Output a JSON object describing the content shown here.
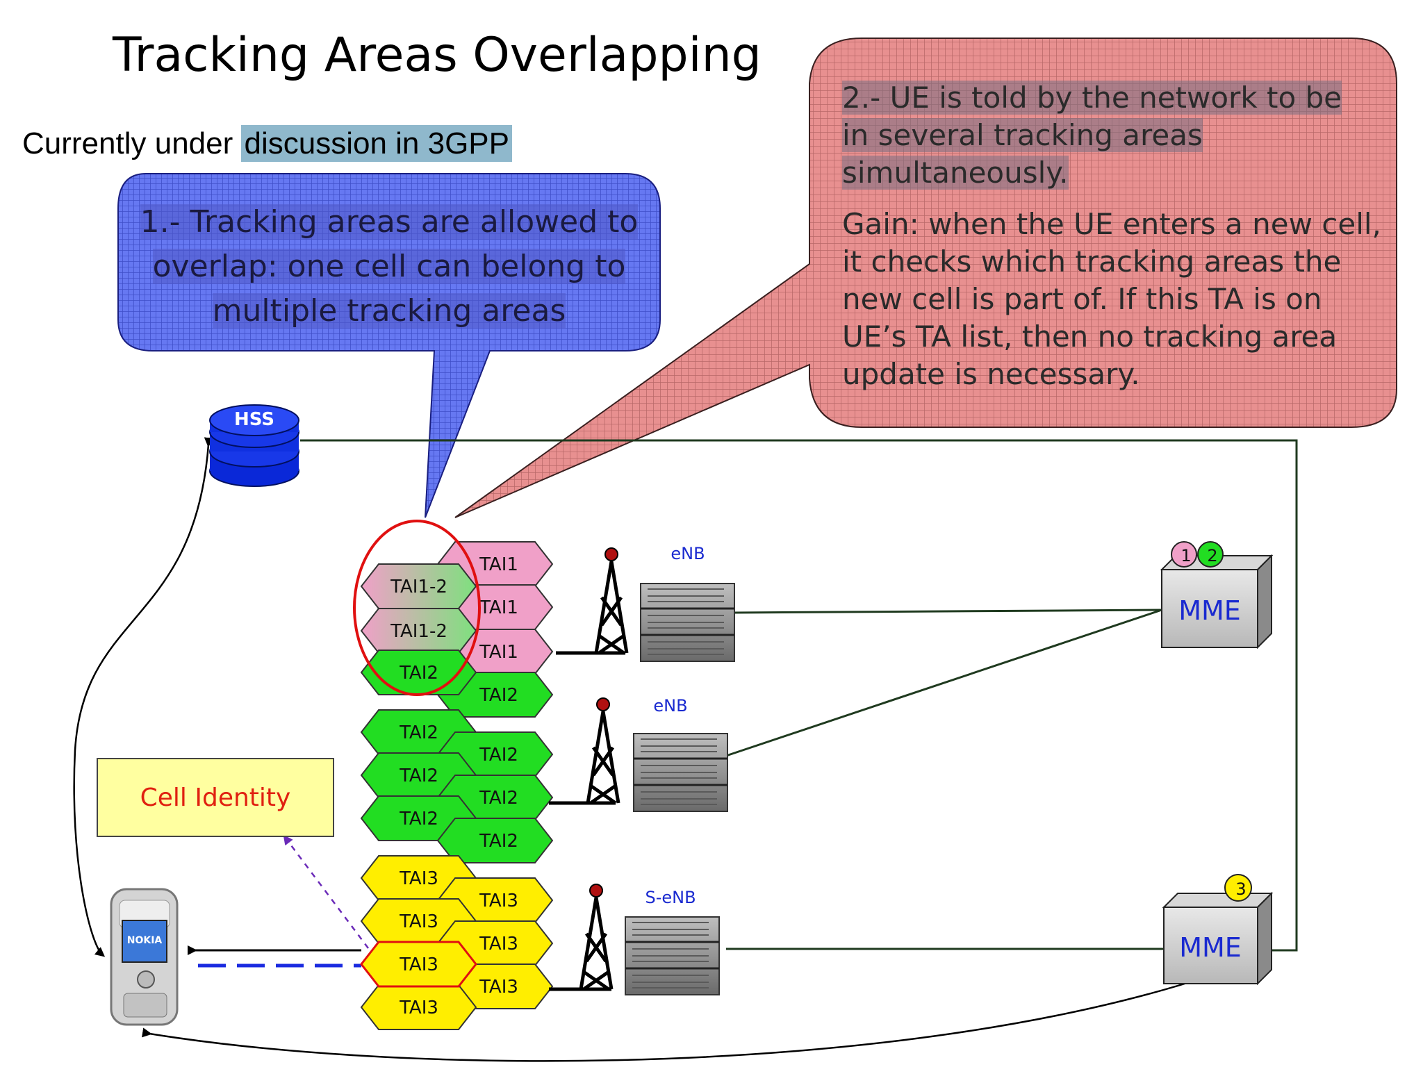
{
  "slide": {
    "title": "Tracking Areas Overlapping",
    "subtitle_plain": "Currently under ",
    "subtitle_highlight": "discussion in 3GPP"
  },
  "callout1": {
    "text": "1.- Tracking areas are allowed to overlap: one cell can belong to multiple tracking areas"
  },
  "callout2": {
    "text": "2.- UE is told by the network to be in several tracking areas simultaneously.",
    "gain": "Gain: when the UE enters a new cell, it checks which tracking areas the new cell is part of. If this TA is on UE’s TA list, then no tracking area update is necessary."
  },
  "nodes": {
    "hss": "HSS",
    "enb1": "eNB",
    "enb2": "eNB",
    "enb3": "S-eNB",
    "mme1": "MME",
    "mme2": "MME",
    "mme1_badge1": "1",
    "mme1_badge2": "2",
    "mme2_badge": "3",
    "cell_identity": "Cell Identity",
    "phone_brand": "NOKIA"
  },
  "cells": {
    "tai1_2": "TAI1-2",
    "tai1": "TAI1",
    "tai2": "TAI2",
    "tai3": "TAI3"
  },
  "colors": {
    "tai1": "#f0a0c8",
    "tai2": "#22dd22",
    "tai3": "#ffee00",
    "callout1": "#5a6cf0",
    "callout2": "#e88a8a",
    "cell_identity_box": "#ffffa0",
    "hss": "#0a28d8",
    "highlight_ring": "#e01010"
  }
}
